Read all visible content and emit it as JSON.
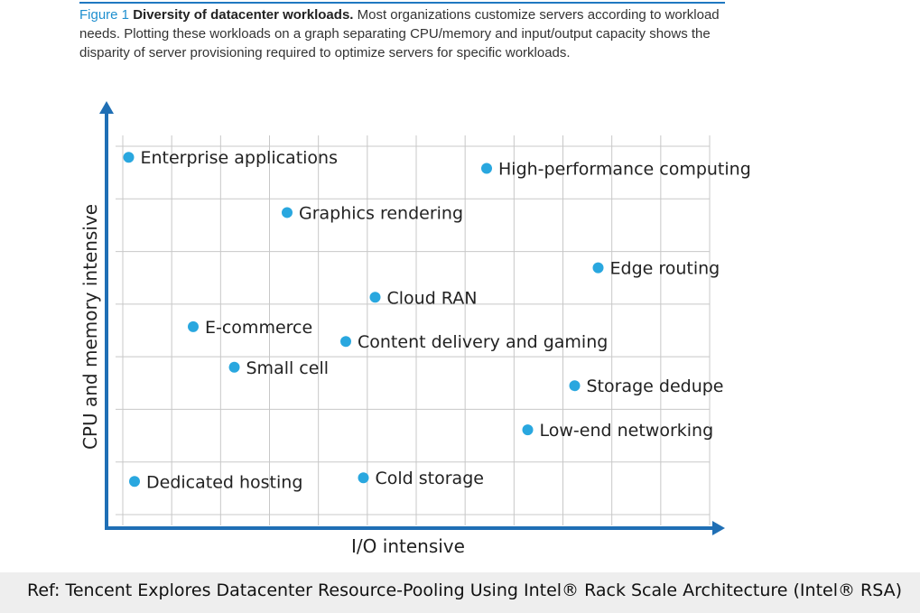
{
  "caption": {
    "figure_label": "Figure 1",
    "title": "Diversity of datacenter workloads.",
    "text": "Most organizations customize servers according to workload needs. Plotting these workloads on a graph separating CPU/memory and input/output capacity shows the disparity of server provisioning required to optimize servers for specific workloads."
  },
  "chart_data": {
    "type": "scatter",
    "title": "",
    "xlabel": "I/O intensive",
    "ylabel": "CPU and memory intensive",
    "xlim": [
      0,
      10
    ],
    "ylim": [
      0,
      10
    ],
    "grid": true,
    "colors": {
      "point": "#29a7df",
      "axis": "#1f6fb5",
      "grid": "#c8c8c8"
    },
    "points": [
      {
        "label": "Enterprise applications",
        "x": 0.1,
        "y": 9.7
      },
      {
        "label": "High-performance computing",
        "x": 6.2,
        "y": 9.4
      },
      {
        "label": "Graphics rendering",
        "x": 2.8,
        "y": 8.2
      },
      {
        "label": "Edge routing",
        "x": 8.1,
        "y": 6.7
      },
      {
        "label": "Cloud RAN",
        "x": 4.3,
        "y": 5.9
      },
      {
        "label": "E-commerce",
        "x": 1.2,
        "y": 5.1
      },
      {
        "label": "Content delivery and gaming",
        "x": 3.8,
        "y": 4.7
      },
      {
        "label": "Small cell",
        "x": 1.9,
        "y": 4.0
      },
      {
        "label": "Storage dedupe",
        "x": 7.7,
        "y": 3.5
      },
      {
        "label": "Low-end networking",
        "x": 6.9,
        "y": 2.3
      },
      {
        "label": "Cold storage",
        "x": 4.1,
        "y": 1.0
      },
      {
        "label": "Dedicated hosting",
        "x": 0.2,
        "y": 0.9
      }
    ]
  },
  "footer": {
    "text": "Ref: Tencent Explores Datacenter Resource-Pooling Using Intel® Rack Scale Architecture (Intel® RSA)"
  }
}
